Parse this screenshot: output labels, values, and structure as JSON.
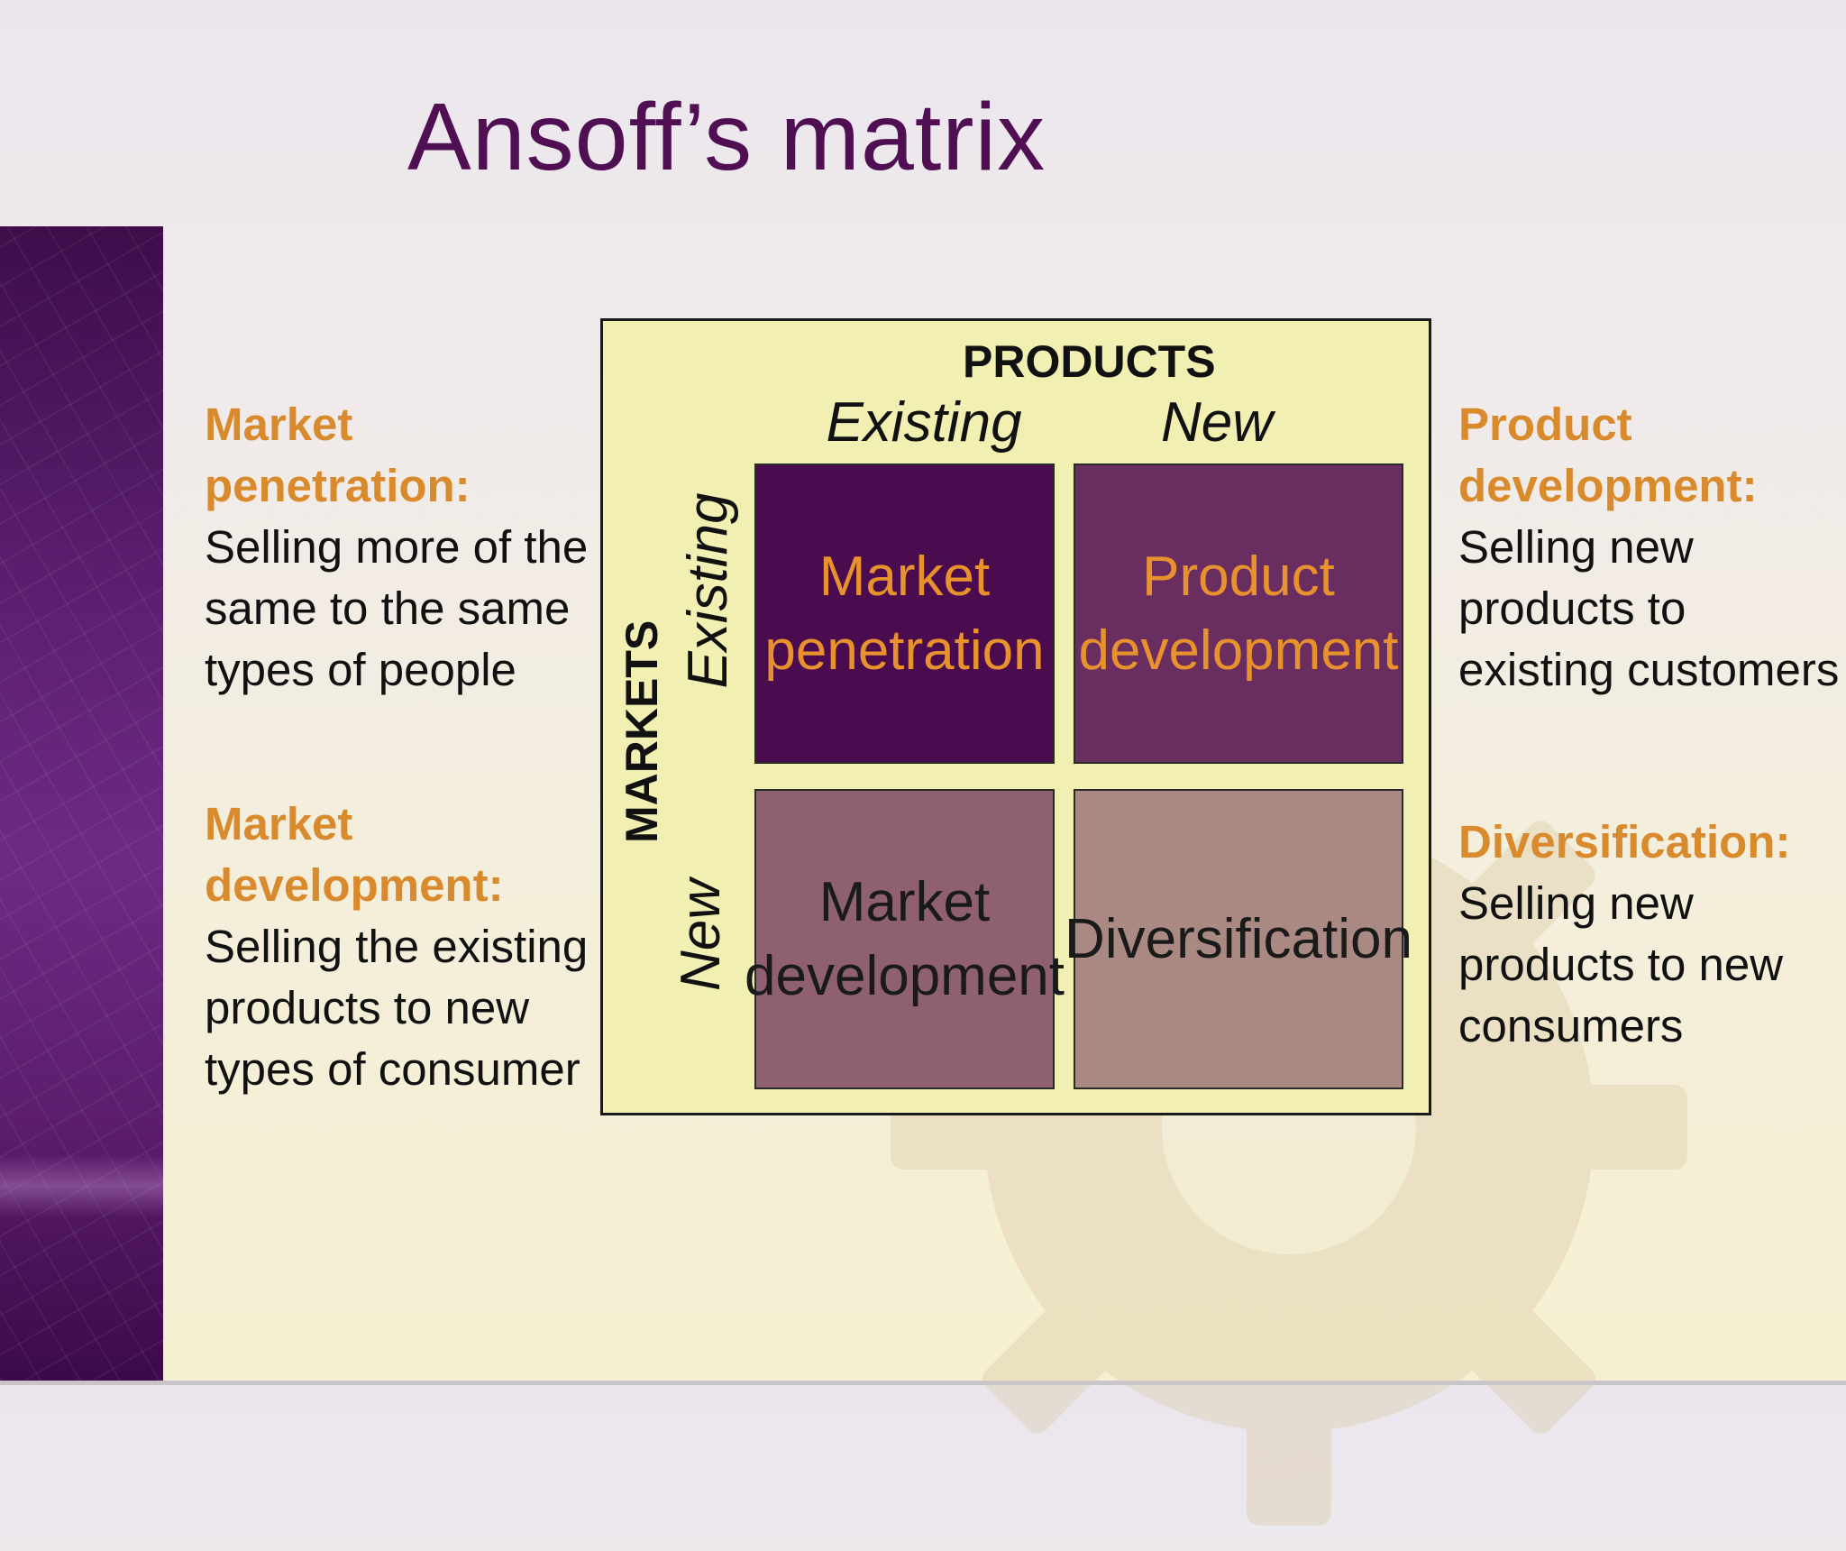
{
  "title": "Ansoff’s matrix",
  "colors": {
    "title": "#4f0f52",
    "heading_accent": "#d88a2c",
    "cell_market_penetration": "#4a0c4e",
    "cell_product_development": "#6a2d60",
    "cell_market_development": "#8f5f72",
    "cell_diversification": "#a98982",
    "matrix_background": "#f1efb2"
  },
  "descriptions": {
    "market_penetration": {
      "heading": "Market penetration:",
      "text": "Selling more of the same to the same types of people"
    },
    "market_development": {
      "heading": "Market development:",
      "text": "Selling the existing products to new types of consumer"
    },
    "product_development": {
      "heading": "Product development:",
      "text": "Selling new products to existing customers"
    },
    "diversification": {
      "heading": "Diversification:",
      "text": "Selling new products to new consumers"
    }
  },
  "matrix": {
    "products_label": "PRODUCTS",
    "markets_label": "MARKETS",
    "columns": [
      "Existing",
      "New"
    ],
    "rows": [
      "Existing",
      "New"
    ],
    "cells": {
      "market_penetration": "Market penetration",
      "product_development": "Product development",
      "market_development": "Market development",
      "diversification": "Diversification"
    }
  }
}
